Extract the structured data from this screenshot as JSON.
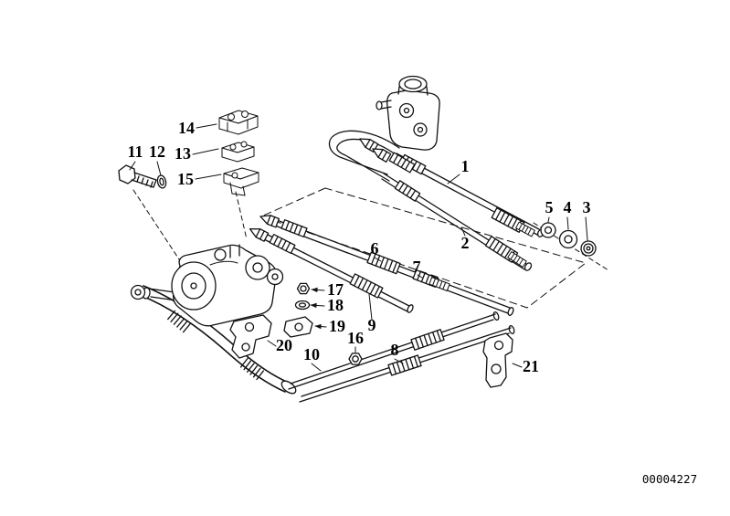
{
  "diagram": {
    "catalog_number": "00004227",
    "part_labels": [
      "1",
      "2",
      "3",
      "4",
      "5",
      "6",
      "7",
      "8",
      "9",
      "10",
      "11",
      "12",
      "13",
      "14",
      "15",
      "16",
      "17",
      "18",
      "19",
      "20",
      "21"
    ],
    "colors": {
      "ink": "#000000",
      "background": "#ffffff"
    }
  }
}
